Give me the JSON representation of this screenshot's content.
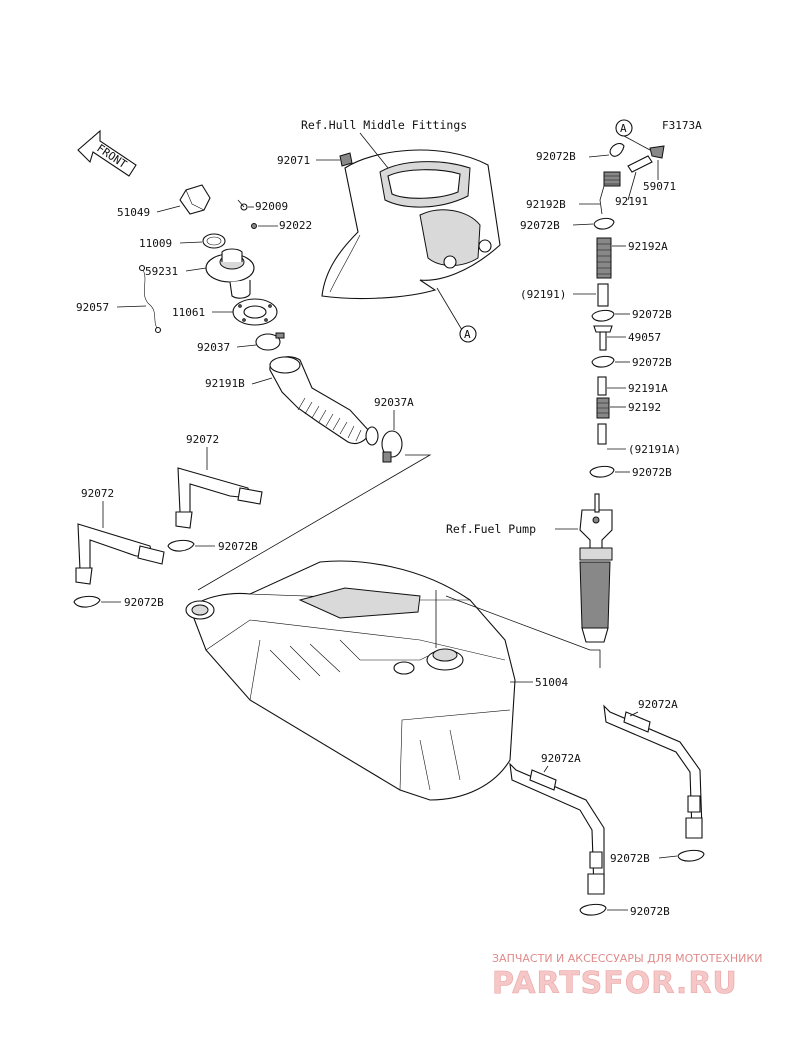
{
  "figure_code": "F3173A",
  "front_label": "FRONT",
  "ref_labels": {
    "hull": "Ref.Hull Middle Fittings",
    "pump": "Ref.Fuel Pump"
  },
  "callout_a": "A",
  "parts": {
    "p92071": "92071",
    "p51049": "51049",
    "p92009": "92009",
    "p92022": "92022",
    "p11009": "11009",
    "p59231": "59231",
    "p92057": "92057",
    "p11061": "11061",
    "p92037": "92037",
    "p92191B": "92191B",
    "p92037A": "92037A",
    "p92072_top": "92072",
    "p92072_left": "92072",
    "p92072B_mid": "92072B",
    "p92072B_left": "92072B",
    "p51004": "51004",
    "r92072B_1": "92072B",
    "r59071": "59071",
    "r92191": "92191",
    "r92192B": "92192B",
    "r92072B_2": "92072B",
    "r92192A": "92192A",
    "r92191_paren": "(92191)",
    "r92072B_3": "92072B",
    "r49057": "49057",
    "r92072B_4": "92072B",
    "r92191A": "92191A",
    "r92192": "92192",
    "r92191A_paren": "(92191A)",
    "r92072B_5": "92072B",
    "b92072A_right": "92072A",
    "b92072A_mid": "92072A",
    "b92072B_right": "92072B",
    "b92072B_bottom": "92072B"
  },
  "watermark": {
    "caption": "ЗАПЧАСТИ И АКСЕССУАРЫ ДЛЯ МОТОТЕХНИКИ",
    "brand": "PARTSFOR.RU",
    "color": "#e08a8a"
  }
}
